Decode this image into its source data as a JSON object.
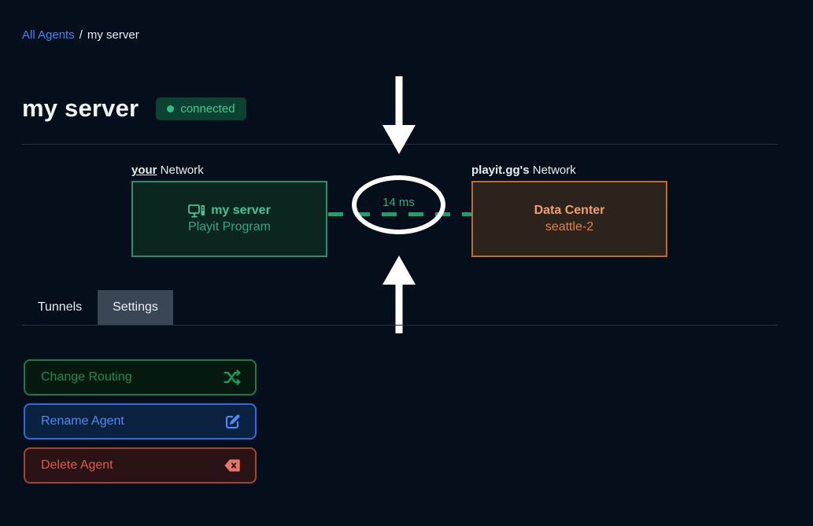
{
  "breadcrumb": {
    "link": "All Agents",
    "separator": "/",
    "current": "my server"
  },
  "header": {
    "title": "my server",
    "status_badge": "connected"
  },
  "diagram": {
    "left_label_owner": "your",
    "left_label_rest": " Network",
    "left_box": {
      "icon": "desktop-computer-icon",
      "title": "my server",
      "subtitle": "Playit Program"
    },
    "right_label_owner": "playit.gg's",
    "right_label_rest": " Network",
    "right_box": {
      "title": "Data Center",
      "subtitle": "seattle-2"
    },
    "latency": "14 ms",
    "annotations": [
      "down-arrow",
      "ellipse-highlight",
      "up-arrow"
    ]
  },
  "tabs": [
    {
      "label": "Tunnels",
      "active": false
    },
    {
      "label": "Settings",
      "active": true
    }
  ],
  "actions": [
    {
      "label": "Change Routing",
      "icon": "shuffle-icon",
      "accent": "#1d8a55"
    },
    {
      "label": "Rename Agent",
      "icon": "edit-icon",
      "accent": "#4a8cf5"
    },
    {
      "label": "Delete Agent",
      "icon": "backspace-icon",
      "accent": "#e05a4e"
    }
  ],
  "colors": {
    "background": "#050f1b",
    "link_blue": "#3f86f7",
    "badge_bg": "#0d4233",
    "badge_text": "#3ecb92",
    "left_box_border": "#2c8f6b",
    "left_box_text": "#41c493",
    "right_box_border": "#c06a2e",
    "right_box_text": "#f0a06a",
    "dash_green": "#1f9e6e",
    "active_tab_bg": "#3a4654",
    "annotation_white": "#ffffff"
  }
}
